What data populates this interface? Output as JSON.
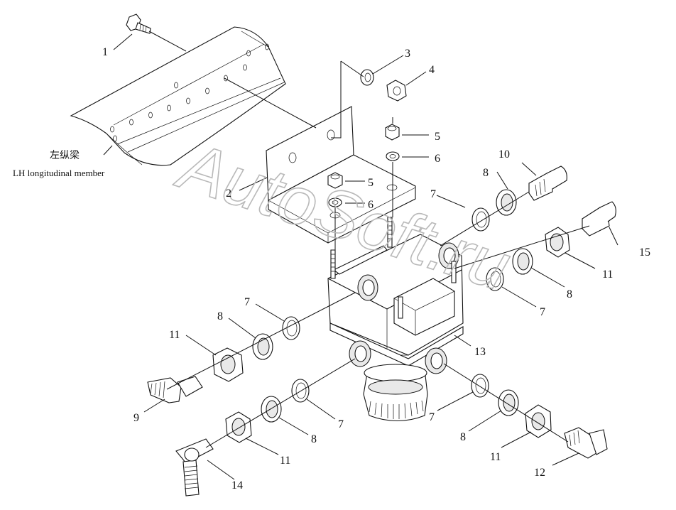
{
  "member_label": {
    "cn": "左纵梁",
    "en": "LH longitudinal member"
  },
  "watermark": "AutoSoft.ru",
  "callouts": [
    "1",
    "2",
    "3",
    "4",
    "5",
    "6",
    "5",
    "6",
    "7",
    "8",
    "10",
    "15",
    "11",
    "8",
    "7",
    "13",
    "7",
    "8",
    "11",
    "9",
    "7",
    "8",
    "11",
    "14",
    "7",
    "8",
    "11",
    "12"
  ]
}
